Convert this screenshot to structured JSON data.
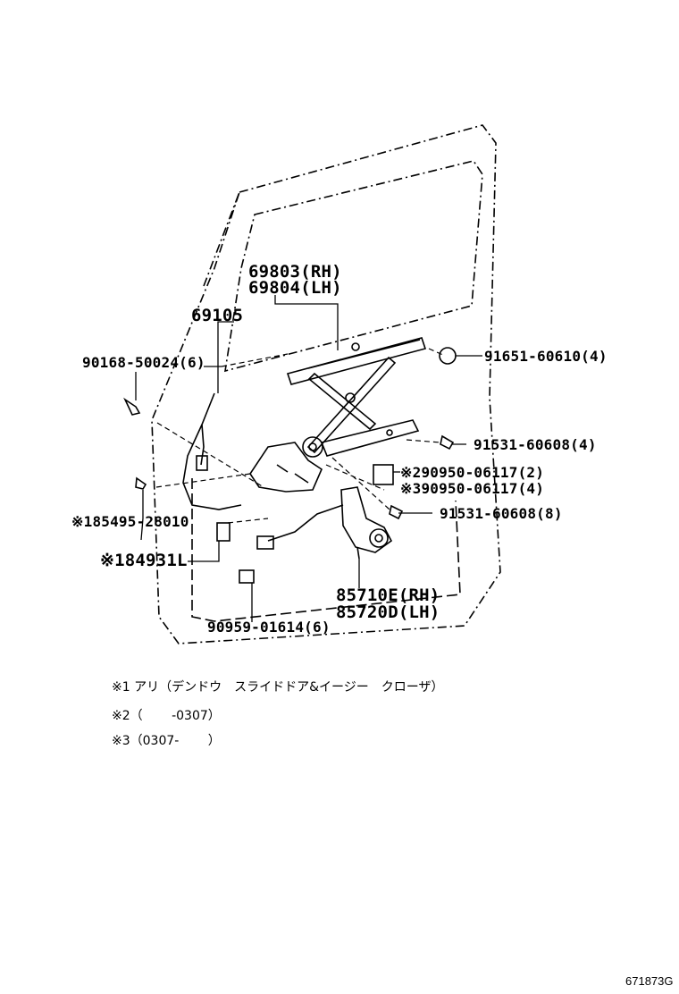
{
  "labels": {
    "p69803": "69803(RH)",
    "p69804": "69804(LH)",
    "p69105": "69105",
    "p90168": "90168-50024(6)",
    "p91651": "91651-60610(4)",
    "p91531a": "91531-60608(4)",
    "p90950a": "※290950-06117(2)",
    "p90950b": "※390950-06117(4)",
    "p91531b": "91531-60608(8)",
    "p85495": "※185495-28010",
    "p84931": "※184931L",
    "p85710": "85710E(RH)",
    "p85720": "85720D(LH)",
    "p90959": "90959-01614(6)"
  },
  "notes": {
    "n1": "※1 アリ（デンドウ　スライドドア&イージー　クローザ）",
    "n2": "※2（　　 -0307）",
    "n3": "※3（0307-　　 ）"
  },
  "figure_id": "671873G",
  "colors": {
    "ink": "#000000",
    "paper": "#ffffff"
  }
}
